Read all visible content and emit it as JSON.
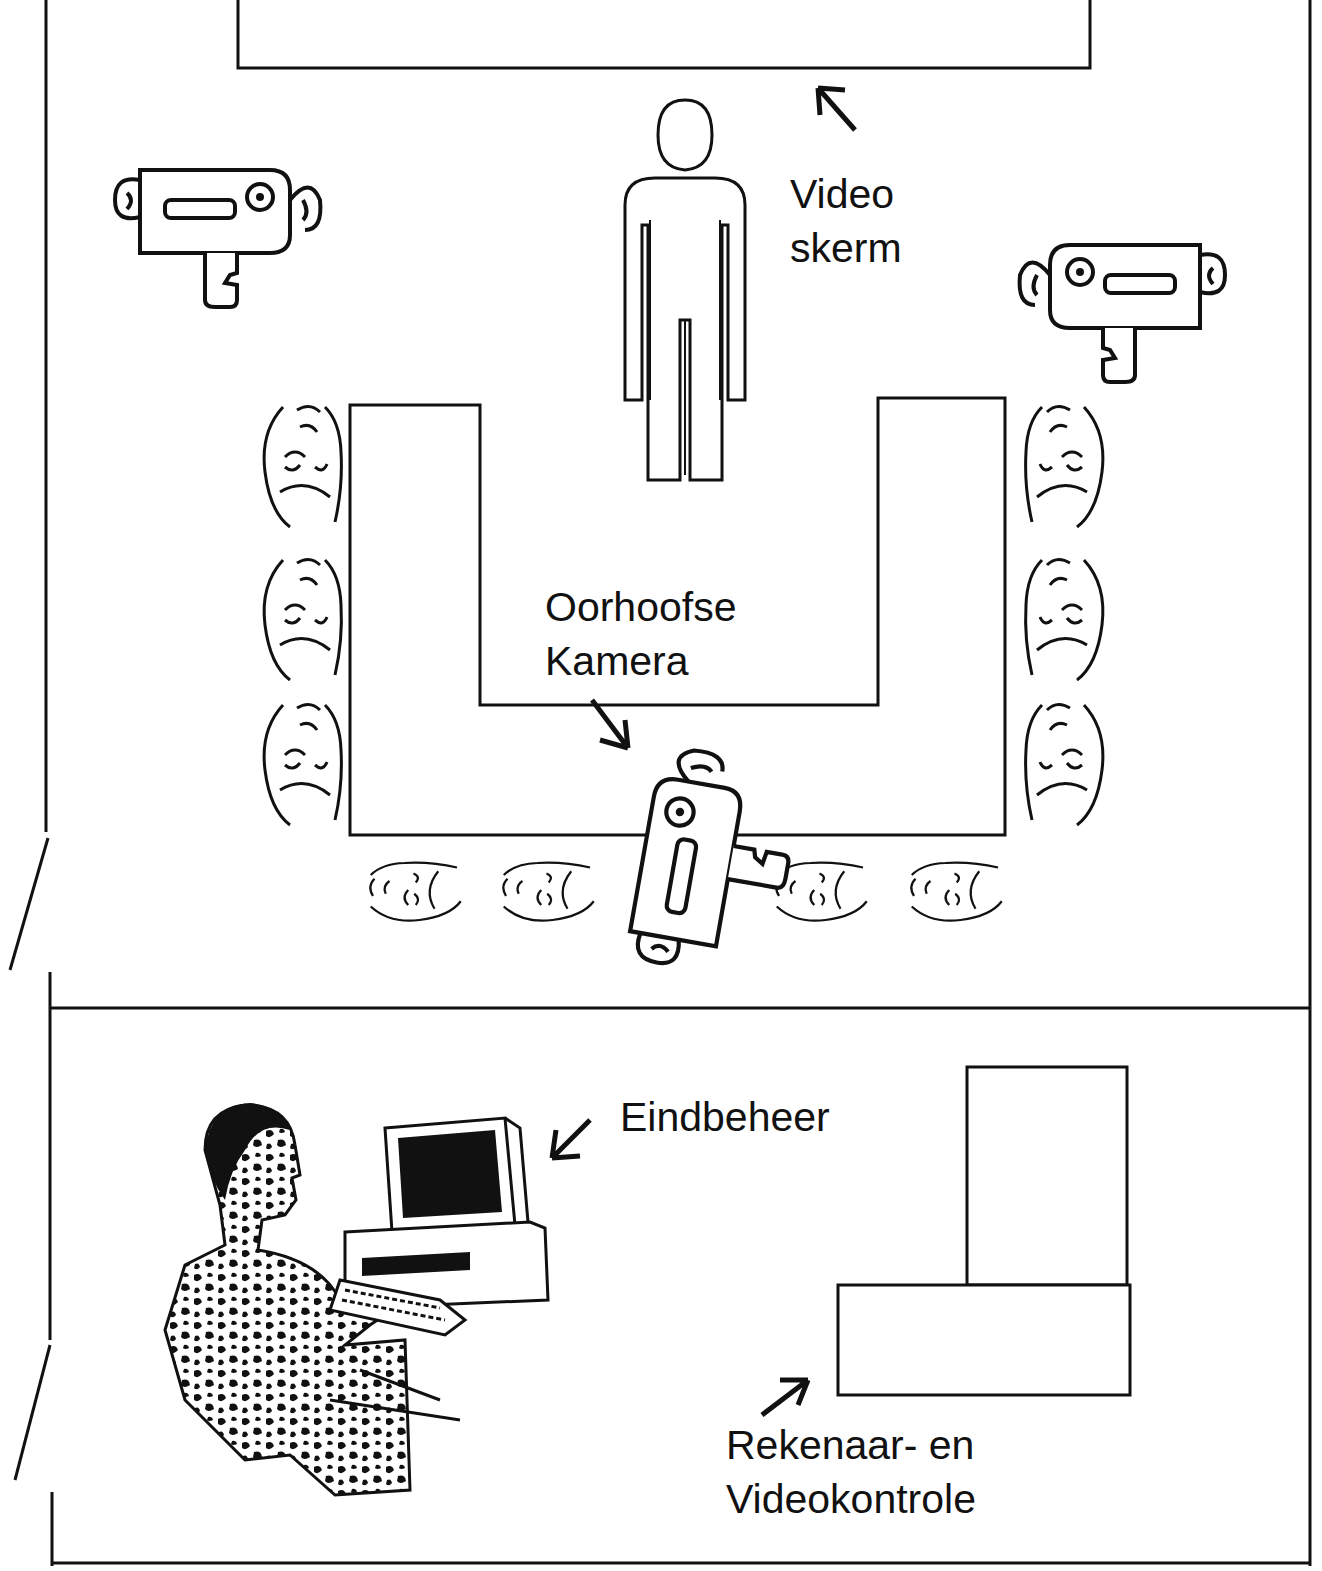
{
  "diagram": {
    "labels": [
      "Video skerm",
      "Oorhoofse Kamera",
      "Eindbeheer",
      "Rekenaar- en Videokontrole"
    ]
  }
}
